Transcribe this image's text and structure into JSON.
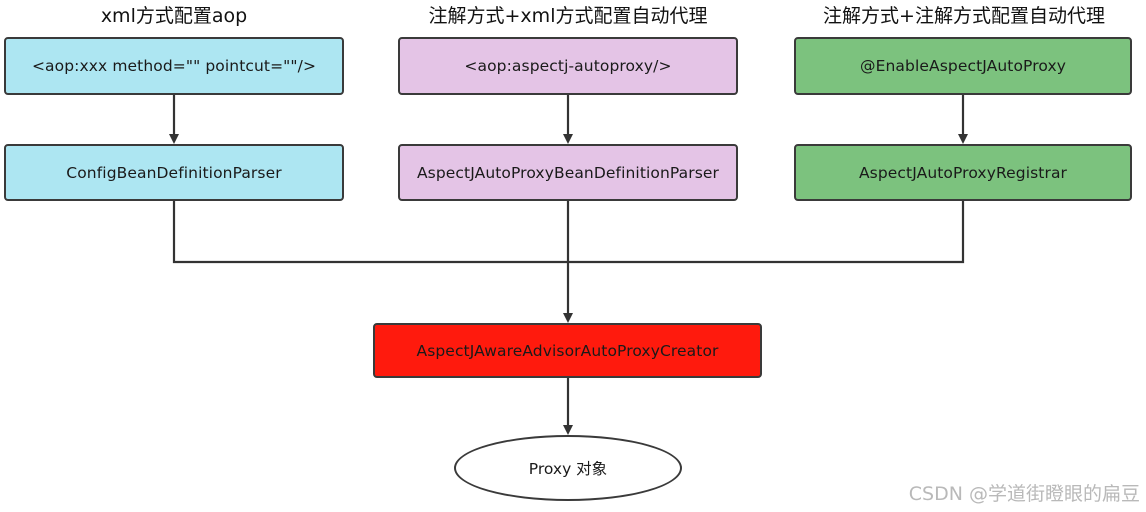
{
  "headings": {
    "col1": "xml方式配置aop",
    "col2": "注解方式+xml方式配置自动代理",
    "col3": "注解方式+注解方式配置自动代理"
  },
  "boxes": {
    "col1_top": {
      "label": "<aop:xxx method=\"\" pointcut=\"\"/>",
      "color": "#ADE6F2"
    },
    "col1_bottom": {
      "label": "ConfigBeanDefinitionParser",
      "color": "#ADE6F2"
    },
    "col2_top": {
      "label": "<aop:aspectj-autoproxy/>",
      "color": "#E4C4E6"
    },
    "col2_bottom": {
      "label": "AspectJAutoProxyBeanDefinitionParser",
      "color": "#E4C4E6"
    },
    "col3_top": {
      "label": "@EnableAspectJAutoProxy",
      "color": "#7CC27E"
    },
    "col3_bottom": {
      "label": "AspectJAutoProxyRegistrar",
      "color": "#7CC27E"
    },
    "creator": {
      "label": "AspectJAwareAdvisorAutoProxyCreator",
      "color": "#FF1A0D"
    }
  },
  "result": {
    "label": "Proxy 对象"
  },
  "watermark": "CSDN @学道街瞪眼的扁豆"
}
